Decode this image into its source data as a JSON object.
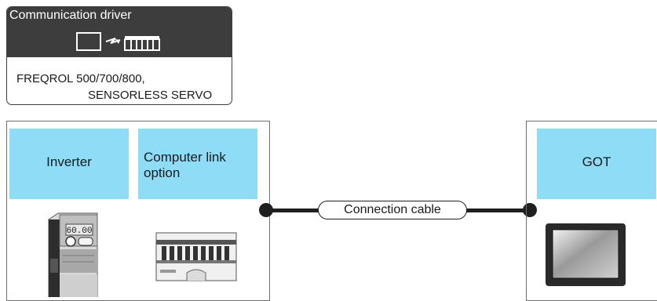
{
  "driver": {
    "title": "Communication driver",
    "icon": "communication-driver-icon",
    "name_line1": "FREQROL 500/700/800,",
    "name_line2": "SENSORLESS SERVO"
  },
  "devices": {
    "inverter": {
      "label": "Inverter",
      "display": "60.00",
      "icon": "inverter-icon"
    },
    "option": {
      "label_line1": "Computer link",
      "label_line2": "option",
      "icon": "terminal-block-icon"
    },
    "got": {
      "label": "GOT",
      "icon": "got-touch-panel-icon"
    }
  },
  "connection": {
    "label": "Connection cable"
  },
  "colors": {
    "box_fill": "#8fdcf6",
    "driver_header": "#3d3d3d",
    "line": "#1f1f1f"
  }
}
